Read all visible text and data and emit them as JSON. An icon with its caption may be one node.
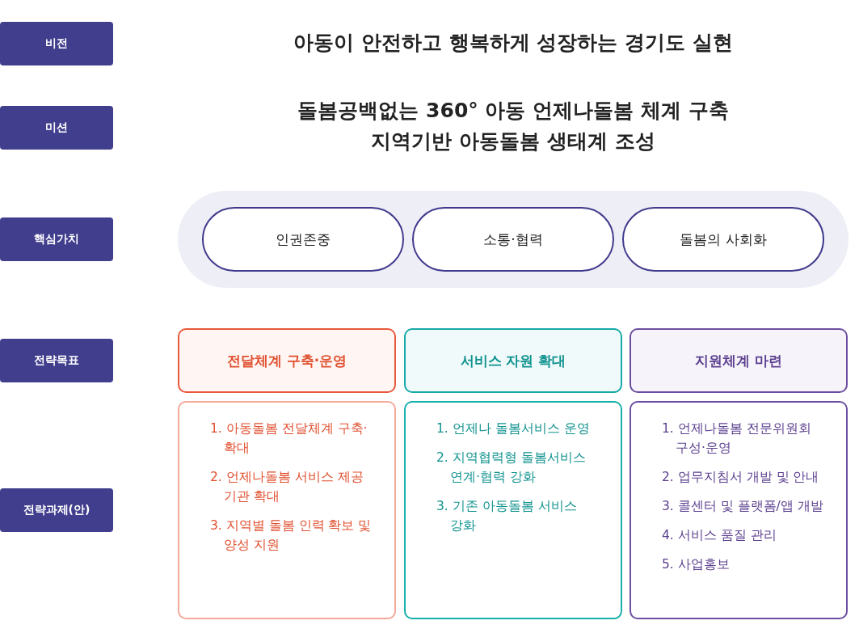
{
  "diagram": {
    "nodes": [
      {
        "text": [
          "비전"
        ]
      },
      {
        "text": [
          "미션"
        ]
      },
      {
        "text": [
          "핵심가치"
        ]
      },
      {
        "text": [
          "전략목표"
        ]
      },
      {
        "text": [
          "전략과제(안)"
        ]
      },
      {
        "text": [],
        "shape": "band"
      },
      {
        "text": [
          "인권존중"
        ],
        "in": 5
      },
      {
        "text": [
          "소통·협력"
        ],
        "in": 5
      },
      {
        "text": [
          "돌봄의 사회화"
        ],
        "in": 5
      },
      {
        "text": [
          "전달체계 구축·운영"
        ]
      },
      {
        "text": [
          "서비스 자원 확대"
        ]
      },
      {
        "text": [
          "지원체계 마련"
        ]
      },
      {
        "text": [
          "1. 아동돌봄 전달체계 구축·확대",
          "2. 언제나돌봄 서비스 제공 기관 확대",
          "3. 지역별 돌봄 인력 확보 및 양성 지원"
        ]
      },
      {
        "text": [
          "1. 언제나 돌봄서비스 운영",
          "2. 지역협력형 돌봄서비스 연계·협력 강화",
          "3. 기존 아동돌봄 서비스 강화"
        ]
      },
      {
        "text": [
          "1. 언제나돌봄 전문위원회 구성·운영",
          "2. 업무지침서 개발 및 안내",
          "3. 콜센터 및 플랫폼/앱 개발",
          "4. 서비스 품질 관리",
          "5. 사업홍보"
        ]
      }
    ],
    "labels": [
      "아동이 안전하고 행복하게 성장하는 경기도 실현",
      "돌봄공백없는 360° 아동 언제나돌봄 체계 구축",
      "지역기반 아동돌봄 생태계 조성"
    ]
  }
}
